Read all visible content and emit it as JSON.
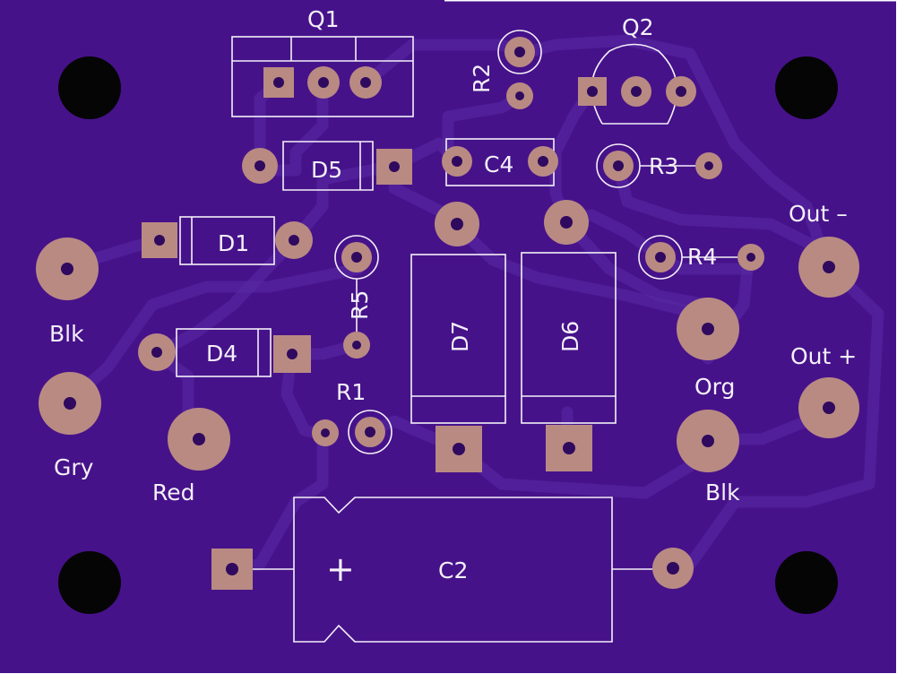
{
  "board": {
    "background_color": "#46128a",
    "edge_color": "#ffffff",
    "pad_color": "#b98a82",
    "silk_color": "#f4f0f8"
  },
  "labels": {
    "q1": "Q1",
    "q2": "Q2",
    "r1": "R1",
    "r2": "R2",
    "r3": "R3",
    "r4": "R4",
    "r5": "R5",
    "c2": "C2",
    "c2_plus": "+",
    "c4": "C4",
    "d1": "D1",
    "d4": "D4",
    "d5": "D5",
    "d6": "D6",
    "d7": "D7",
    "out_minus": "Out –",
    "out_plus": "Out +",
    "wire_blk_left": "Blk",
    "wire_gry": "Gry",
    "wire_red": "Red",
    "wire_org": "Org",
    "wire_blk_right": "Blk"
  }
}
